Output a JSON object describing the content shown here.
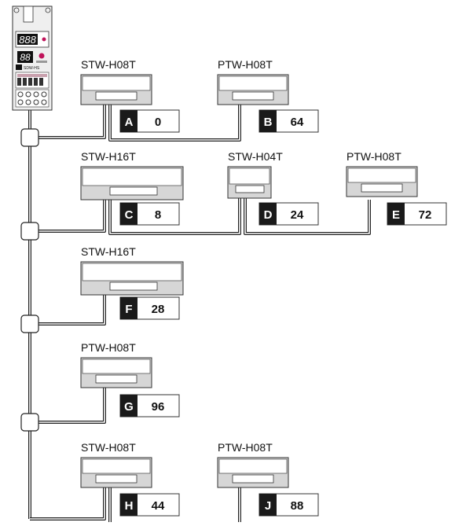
{
  "controller": {
    "top_display": "888",
    "mid_display": "88",
    "model_text": "SDW-HS"
  },
  "devices": [
    {
      "id": "A",
      "model": "STW-H08T",
      "address": "0",
      "size": "m"
    },
    {
      "id": "B",
      "model": "PTW-H08T",
      "address": "64",
      "size": "m"
    },
    {
      "id": "C",
      "model": "STW-H16T",
      "address": "8",
      "size": "l"
    },
    {
      "id": "D",
      "model": "STW-H04T",
      "address": "24",
      "size": "s"
    },
    {
      "id": "E",
      "model": "PTW-H08T",
      "address": "72",
      "size": "m"
    },
    {
      "id": "F",
      "model": "STW-H16T",
      "address": "28",
      "size": "l"
    },
    {
      "id": "G",
      "model": "PTW-H08T",
      "address": "96",
      "size": "m"
    },
    {
      "id": "H",
      "model": "STW-H08T",
      "address": "44",
      "size": "m"
    },
    {
      "id": "J",
      "model": "PTW-H08T",
      "address": "88",
      "size": "m"
    }
  ]
}
